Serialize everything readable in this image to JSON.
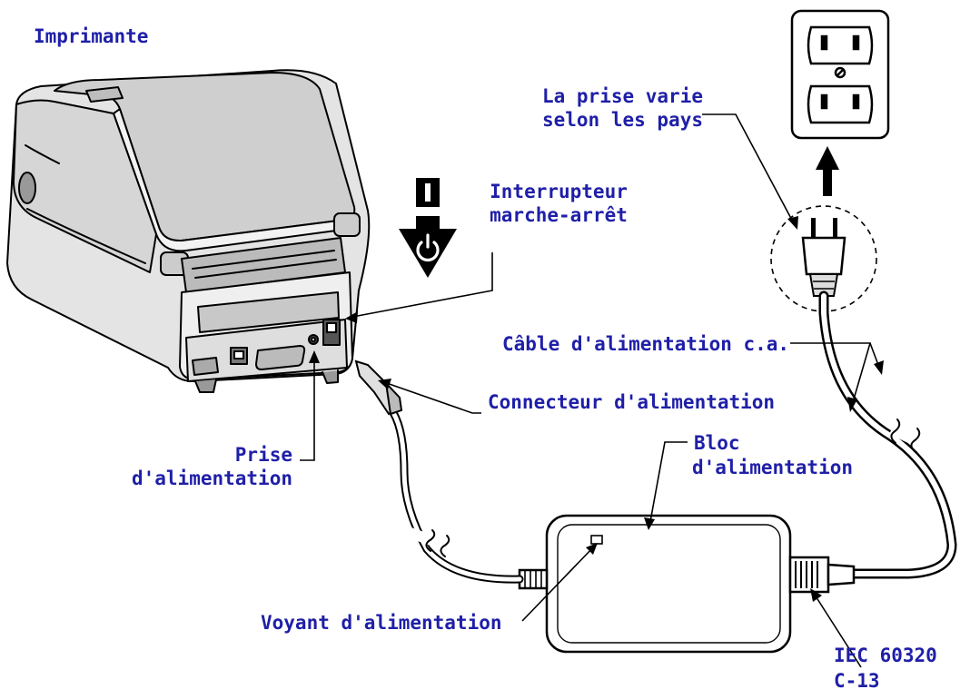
{
  "labels": {
    "printer": "Imprimante",
    "outlet_varies_line1": "La prise varie",
    "outlet_varies_line2": "selon les pays",
    "power_switch_line1": "Interrupteur",
    "power_switch_line2": "marche-arrêt",
    "ac_cord": "Câble d'alimentation c.a.",
    "power_connector": "Connecteur d'alimentation",
    "power_receptacle_line1": "Prise",
    "power_receptacle_line2": "d'alimentation",
    "power_supply_line1": "Bloc",
    "power_supply_line2": "d'alimentation",
    "power_led": "Voyant d'alimentation",
    "iec_line1": "IEC 60320",
    "iec_line2": "C-13"
  },
  "switch_symbols": {
    "on": "I"
  },
  "colors": {
    "label_text": "#1f1fa8",
    "line_art": "#000000",
    "printer_fill": "#e6e6e6",
    "background": "#ffffff"
  },
  "icons": [
    "power-symbol-icon",
    "down-arrow-icon",
    "up-arrow-icon",
    "wall-outlet-icon",
    "plug-icon"
  ]
}
